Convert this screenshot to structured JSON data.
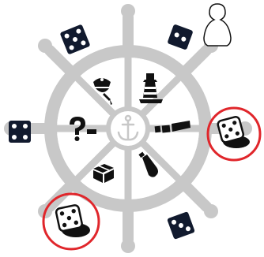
{
  "board": {
    "wheel_color": "#c8c8c8",
    "highlight_color": "#e0262b",
    "die_color": "#111a2e",
    "icon_color": "#111111"
  },
  "center": {
    "icon": "anchor-icon"
  },
  "segments": [
    {
      "icon": "pirate-captain-icon",
      "interactable": true
    },
    {
      "icon": "lighthouse-icon",
      "interactable": true
    },
    {
      "icon": "spyglass-icon",
      "interactable": true
    },
    {
      "icon": "bottle-icon",
      "interactable": true
    },
    {
      "icon": "treasure-chest-icon",
      "interactable": true
    },
    {
      "icon": "question-mark-icon",
      "interactable": true
    }
  ],
  "dice": [
    {
      "face": 5,
      "style": "dark"
    },
    {
      "face": 2,
      "style": "dark"
    },
    {
      "face": 4,
      "style": "dark"
    },
    {
      "face": 3,
      "style": "dark"
    },
    {
      "face": 5,
      "style": "light-highlighted"
    },
    {
      "face": 5,
      "style": "light-highlighted"
    }
  ],
  "player_token": {
    "icon": "pawn-icon"
  }
}
